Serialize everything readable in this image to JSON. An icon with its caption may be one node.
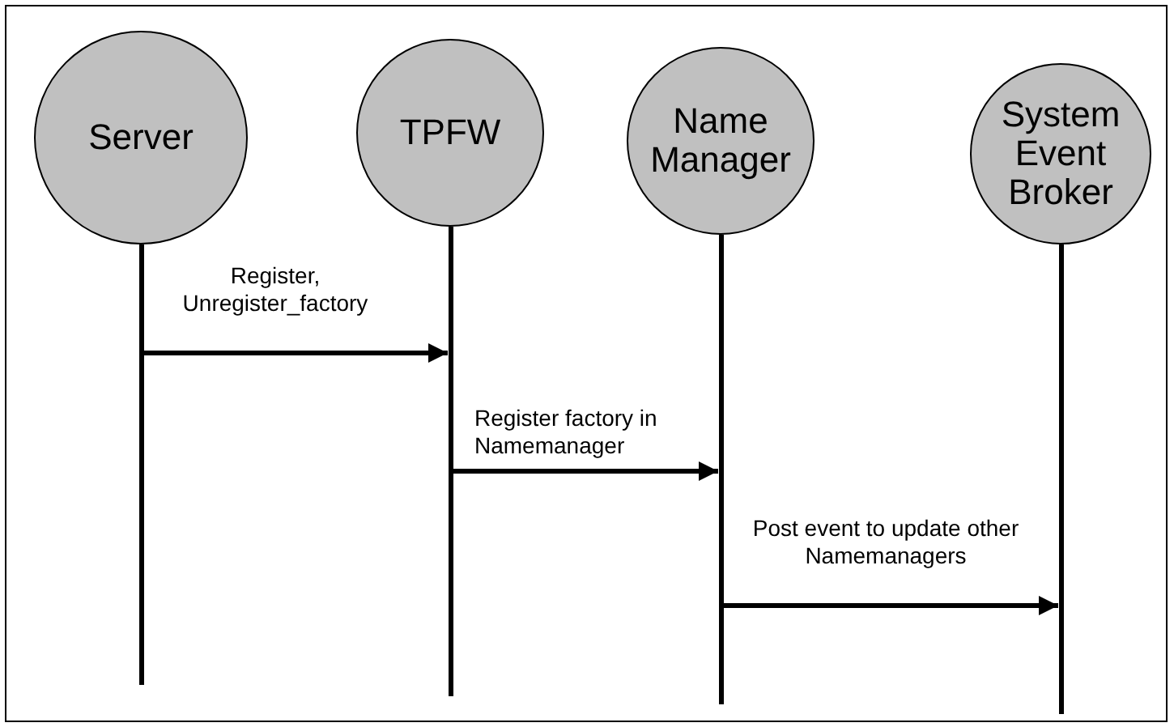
{
  "diagram": {
    "nodes": [
      {
        "text": [
          "Server"
        ]
      },
      {
        "text": [
          "TPFW"
        ]
      },
      {
        "text": [
          "Name Manager"
        ]
      },
      {
        "text": [
          "System Event Broker"
        ]
      }
    ],
    "edges": [
      {
        "from": 0,
        "to": 1,
        "arrow": "to",
        "label": "Register, Unregister_factory"
      },
      {
        "from": 1,
        "to": 2,
        "arrow": "to",
        "label": "Register factory in Namemanager"
      },
      {
        "from": 2,
        "to": 3,
        "arrow": "to",
        "label": "Post event to update other Namemanagers"
      }
    ]
  }
}
